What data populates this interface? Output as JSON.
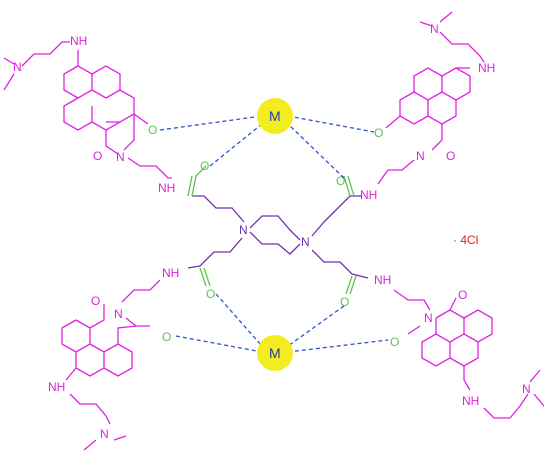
{
  "labels": {
    "metal": "M",
    "oxygen": "O",
    "nitrogen": "N",
    "amine_nh": "NH",
    "amide_nh": "NH",
    "dimethyl_n": "N",
    "counterion": "· 4Cl"
  },
  "colors": {
    "naphthalimide": "#e020e0",
    "linker": "#7030b0",
    "carbonyl": "#60c050",
    "coordination": "#3050d0",
    "metal_fill": "#f3ec1e",
    "counterion": "#e02020"
  }
}
